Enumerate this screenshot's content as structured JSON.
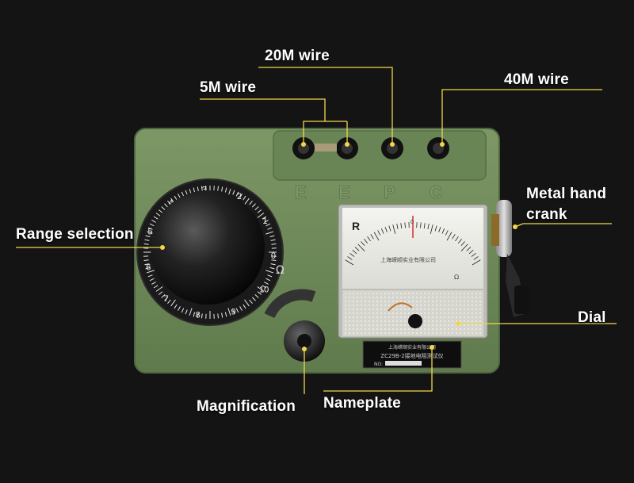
{
  "callouts": {
    "wire_20m": "20M wire",
    "wire_5m": "5M wire",
    "wire_40m": "40M wire",
    "hand_crank_line1": "Metal hand",
    "hand_crank_line2": "crank",
    "range_selection": "Range selection",
    "dial": "Dial",
    "magnification": "Magnification",
    "nameplate": "Nameplate"
  },
  "terminal_letters": [
    "E",
    "E",
    "P",
    "C"
  ],
  "range_dial": {
    "numbers": [
      "0",
      "1",
      "2",
      "3",
      "4",
      "5",
      "6",
      "7",
      "8",
      "9",
      "10"
    ],
    "unit_symbol": "Ω"
  },
  "meter": {
    "brand_mark": "R",
    "zero_mark": "0",
    "maker_text": "上海嵘顺实业有限公司",
    "corner_text": "Ω"
  },
  "nameplate": {
    "company": "上海嵘顺实业有限公司",
    "model": "ZC29B-2接地电阻测试仪",
    "serial_label": "NO:"
  },
  "colors": {
    "background": "#141414",
    "body_green": "#6f8a5a",
    "leader_line": "#f2d64a",
    "callout_text": "#ffffff"
  }
}
